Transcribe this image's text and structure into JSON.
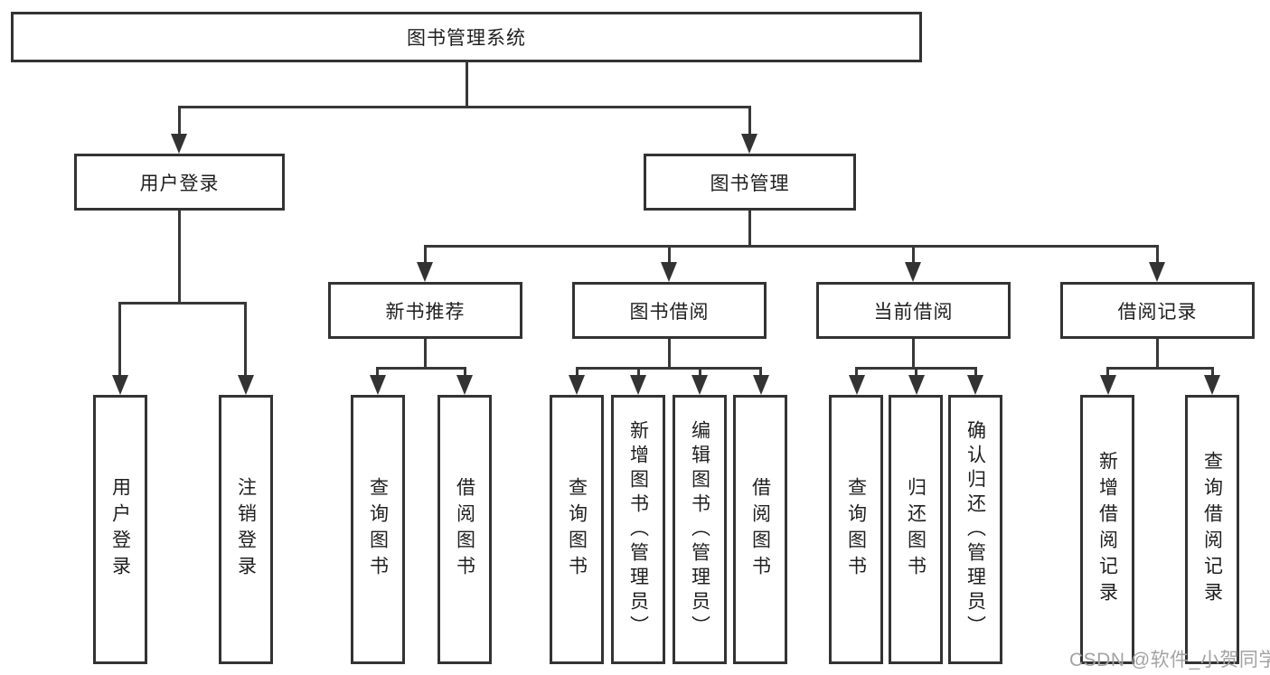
{
  "diagram": {
    "title": "图书管理系统",
    "modules": {
      "user_login": "用户登录",
      "book_management": "图书管理"
    },
    "submodules": {
      "new_book_recommend": "新书推荐",
      "book_borrow": "图书借阅",
      "current_borrow": "当前借阅",
      "borrow_record": "借阅记录"
    },
    "leaves": {
      "login": "用户登录",
      "logout": "注销登录",
      "nb_query_book": "查询图书",
      "nb_borrow_book": "借阅图书",
      "bb_query_book": "查询图书",
      "bb_add_book": "新增图书（管理员）",
      "bb_edit_book": "编辑图书（管理员）",
      "bb_borrow_book": "借阅图书",
      "cb_query_book": "查询图书",
      "cb_return_book": "归还图书",
      "cb_confirm_return": "确认归还（管理员）",
      "br_add_record": "新增借阅记录",
      "br_query_record": "查询借阅记录"
    }
  },
  "watermark": "CSDN @软件_小贺同学",
  "colors": {
    "line": "#383838",
    "border": "#333333",
    "text": "#1f1f1f",
    "watermark": "#a3a3a3",
    "background": "#ffffff"
  }
}
